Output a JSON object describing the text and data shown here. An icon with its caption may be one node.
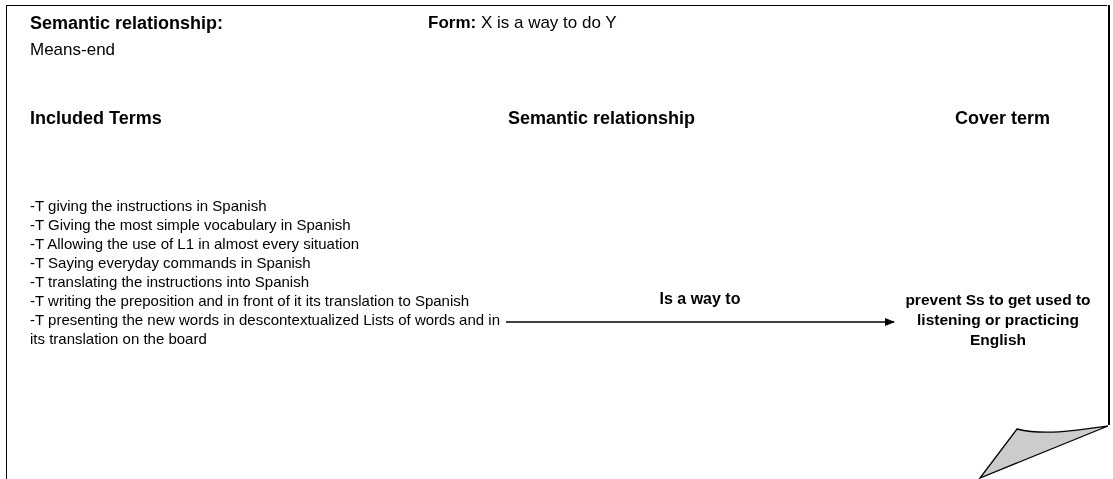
{
  "diagram": {
    "nodes": [
      {
        "text": [
          "-T giving the instructions in Spanish",
          "-T Giving the most simple vocabulary in Spanish",
          "-T Allowing the use of L1 in almost every situation",
          "-T Saying everyday commands in Spanish",
          "-T translating the instructions into Spanish",
          "-T writing the preposition and in front of it its translation to Spanish",
          "-T presenting the new words in descontextualized Lists of words and in its translation on the board"
        ]
      },
      {
        "text": [
          "prevent Ss to get used to listening or practicing English"
        ]
      }
    ],
    "edges": [
      {
        "from": 0,
        "to": 1,
        "arrow": "to",
        "label": "Is a way to"
      }
    ],
    "labels": [
      "**Semantic relationship:**",
      "Means-end",
      "**Form:** X is a way to do Y",
      "Included Terms",
      "Semantic relationship",
      "Cover term"
    ]
  }
}
